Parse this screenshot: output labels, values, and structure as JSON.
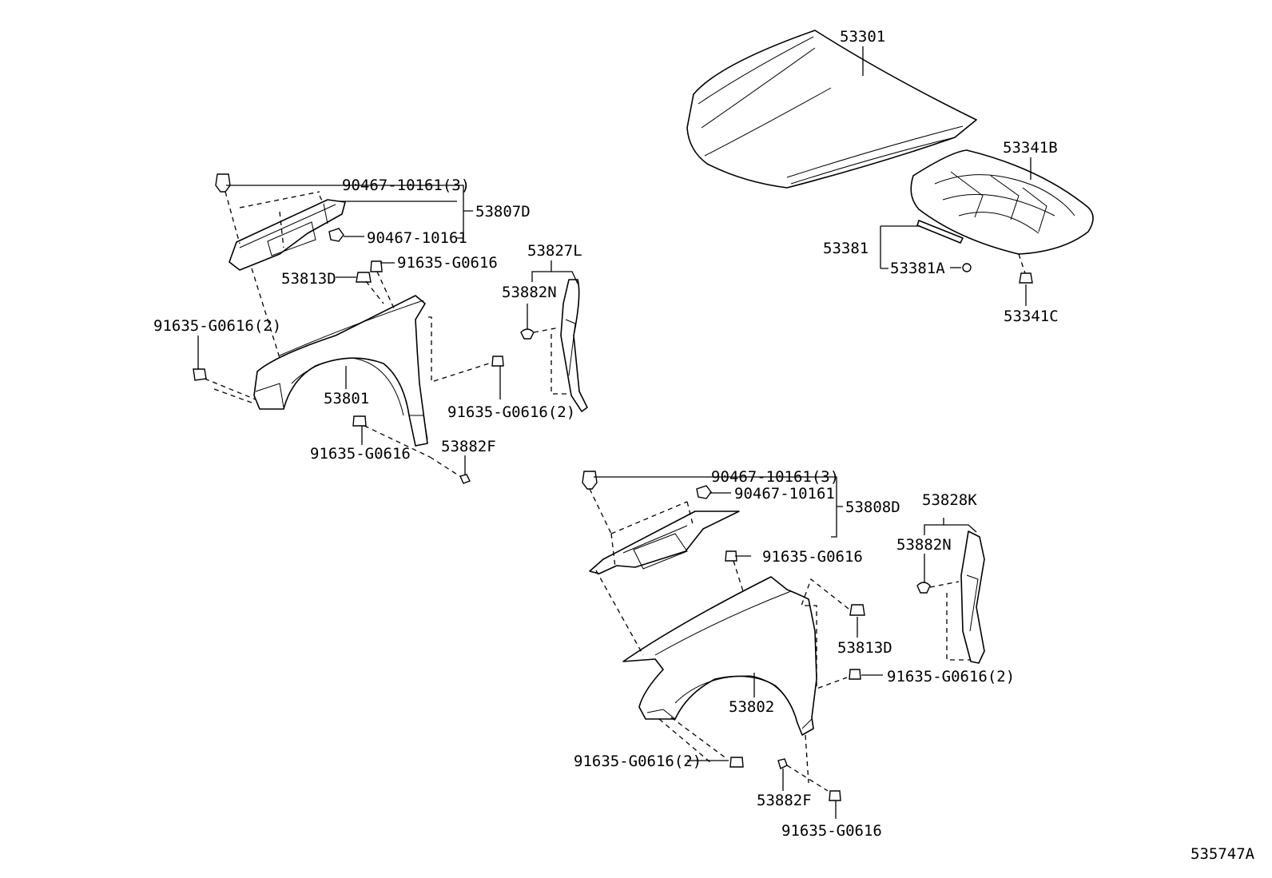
{
  "labels": {
    "hood": "53301",
    "hood_insulator": "53341B",
    "hood_seal": "53381",
    "hood_seal_clip": "53381A",
    "insulator_clip": "53341C",
    "lh_clip_set": "90467-10161(3)",
    "lh_clip_single": "90467-10161",
    "lh_fender_liner": "53807D",
    "lh_bolt_top": "91635-G0616",
    "lh_cowl_seal": "53827L",
    "lh_fender_plug": "53813D",
    "lh_clip_n": "53882N",
    "lh_bolt_left": "91635-G0616(2)",
    "lh_fender": "53801",
    "lh_bolt_right": "91635-G0616(2)",
    "lh_bolt_bottom": "91635-G0616",
    "lh_clip_f": "53882F",
    "rh_clip_set": "90467-10161(3)",
    "rh_clip_single": "90467-10161",
    "rh_fender_liner": "53808D",
    "rh_cowl_seal": "53828K",
    "rh_bolt_top": "91635-G0616",
    "rh_clip_n": "53882N",
    "rh_fender_plug": "53813D",
    "rh_bolt_right": "91635-G0616(2)",
    "rh_fender": "53802",
    "rh_bolt_left": "91635-G0616(2)",
    "rh_clip_f": "53882F",
    "rh_bolt_bottom": "91635-G0616",
    "diagram_id": "535747A"
  }
}
